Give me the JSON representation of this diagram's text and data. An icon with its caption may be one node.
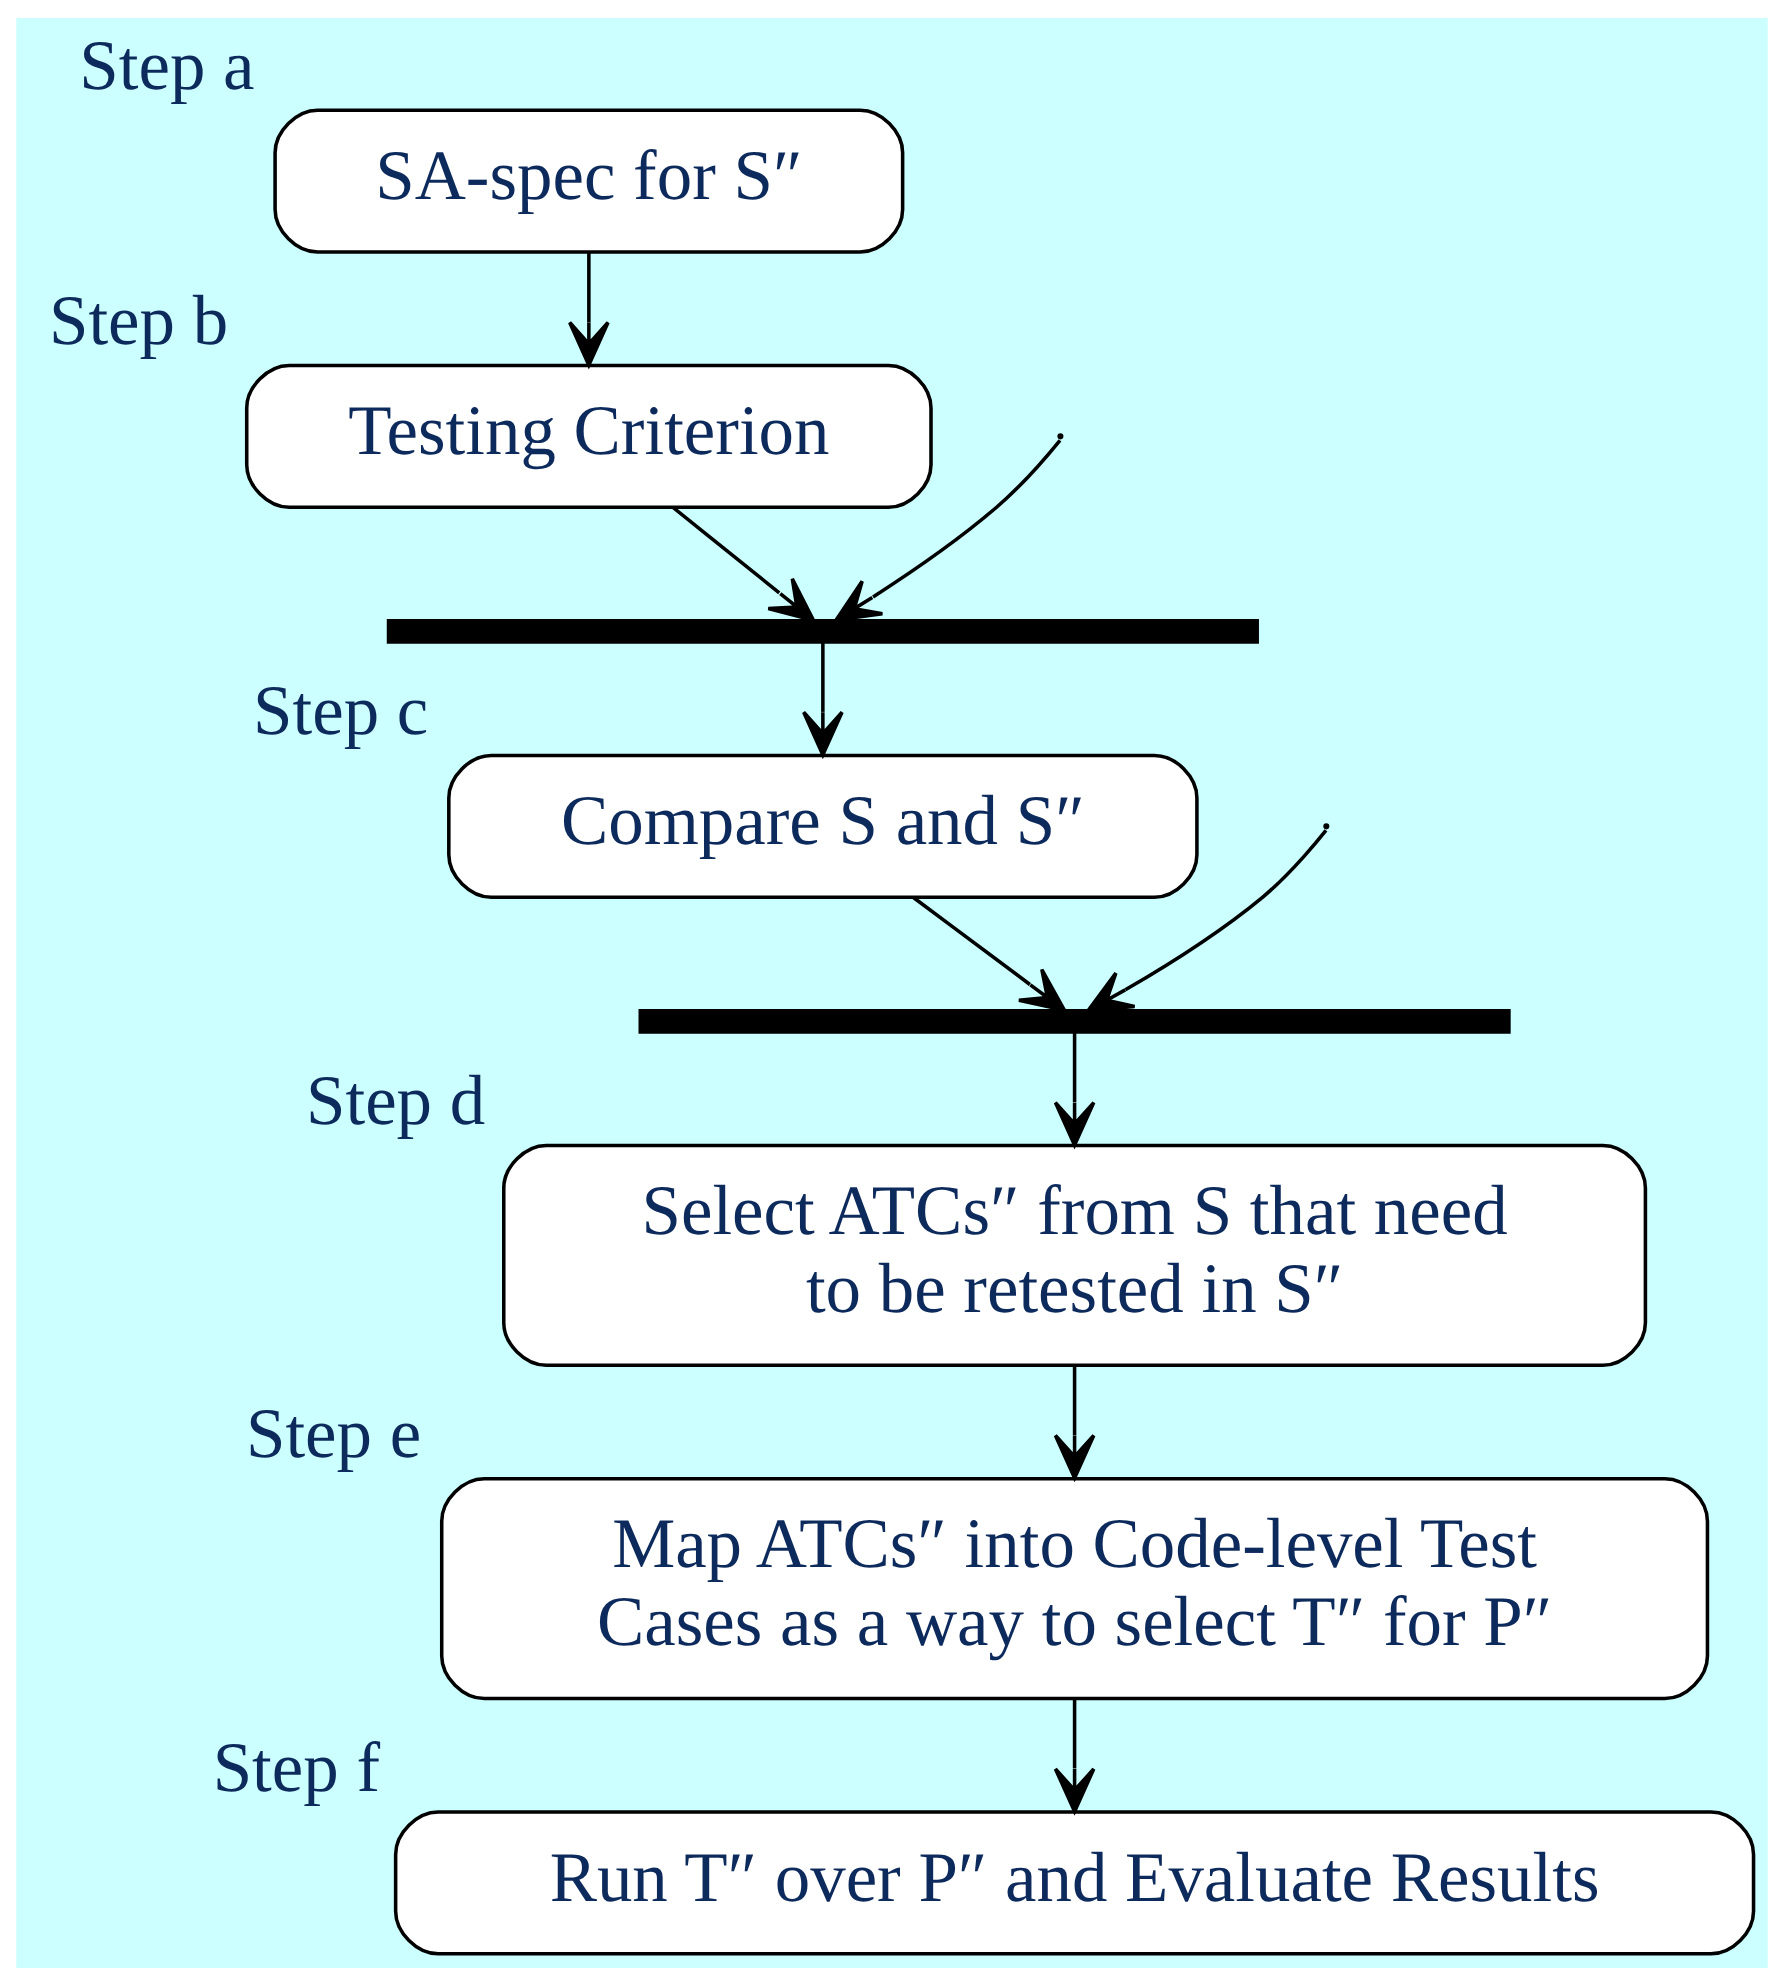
{
  "diagram": {
    "nodes": [
      {
        "text": [
          "SA-spec for S″"
        ],
        "beside": [
          "Step a"
        ]
      },
      {
        "text": [
          "Testing Criterion"
        ],
        "beside": [
          "Step b"
        ]
      },
      {
        "text": [],
        "shape": "bar"
      },
      {
        "text": [
          "Compare S and S″"
        ],
        "beside": [
          "Step c"
        ]
      },
      {
        "text": [],
        "shape": "bar"
      },
      {
        "text": [
          "Select ATCs″ from S that need to be retested in S″"
        ],
        "beside": [
          "Step d"
        ]
      },
      {
        "text": [
          "Map ATCs″ into Code-level Test Cases as a way to select T″ for P″"
        ],
        "beside": [
          "Step e"
        ]
      },
      {
        "text": [
          "Run T″ over P″ and Evaluate Results"
        ],
        "beside": [
          "Step f"
        ]
      }
    ],
    "edges": [
      {
        "from": 0,
        "to": 1,
        "arrow": "to"
      },
      {
        "from": 1,
        "to": 2,
        "arrow": "to"
      },
      {
        "from": null,
        "to": 2,
        "arrow": "to"
      },
      {
        "from": 2,
        "to": 3,
        "arrow": "to"
      },
      {
        "from": 3,
        "to": 4,
        "arrow": "to"
      },
      {
        "from": null,
        "to": 4,
        "arrow": "to"
      },
      {
        "from": 4,
        "to": 5,
        "arrow": "to"
      },
      {
        "from": 5,
        "to": 6,
        "arrow": "to"
      },
      {
        "from": 6,
        "to": 7,
        "arrow": "to"
      }
    ]
  }
}
